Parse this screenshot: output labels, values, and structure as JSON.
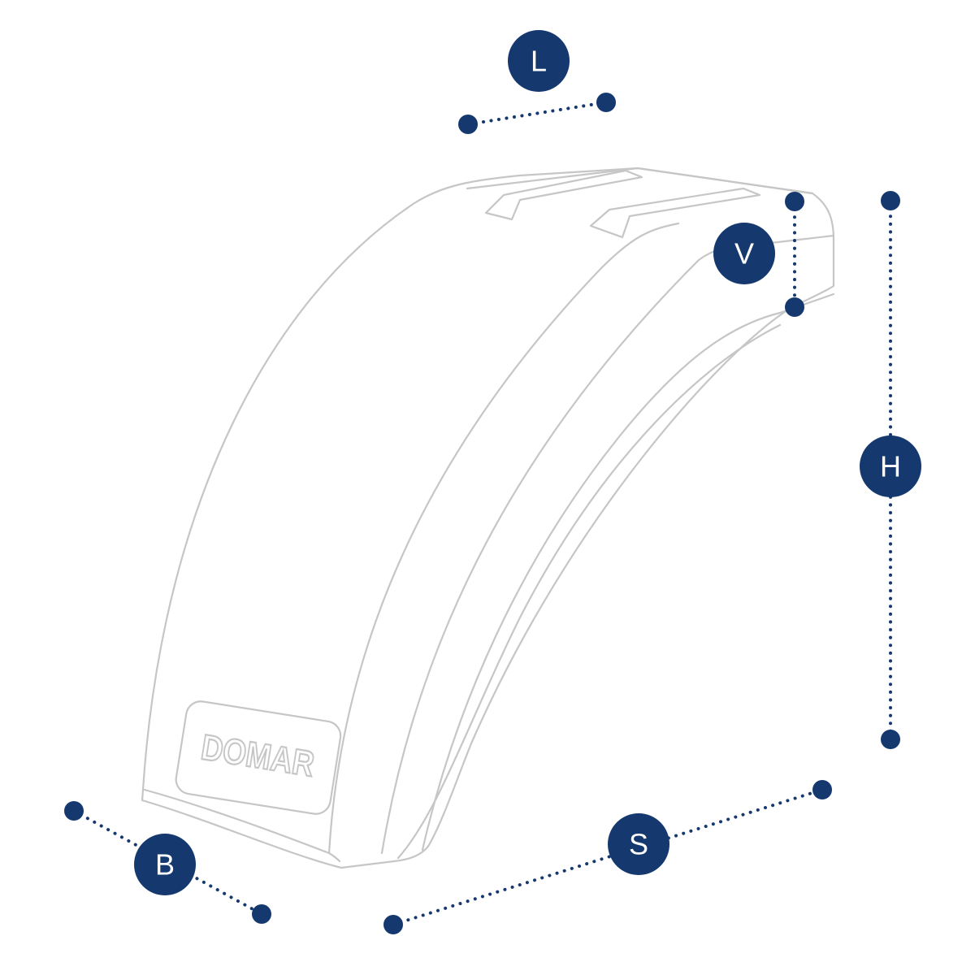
{
  "diagram": {
    "product_logo": "DOMAR",
    "dimensions": [
      {
        "key": "L",
        "label": "L"
      },
      {
        "key": "V",
        "label": "V"
      },
      {
        "key": "H",
        "label": "H"
      },
      {
        "key": "S",
        "label": "S"
      },
      {
        "key": "B",
        "label": "B"
      }
    ]
  },
  "colors": {
    "marker": "#15386f",
    "outline": "#c6c6c6",
    "background": "#ffffff"
  }
}
